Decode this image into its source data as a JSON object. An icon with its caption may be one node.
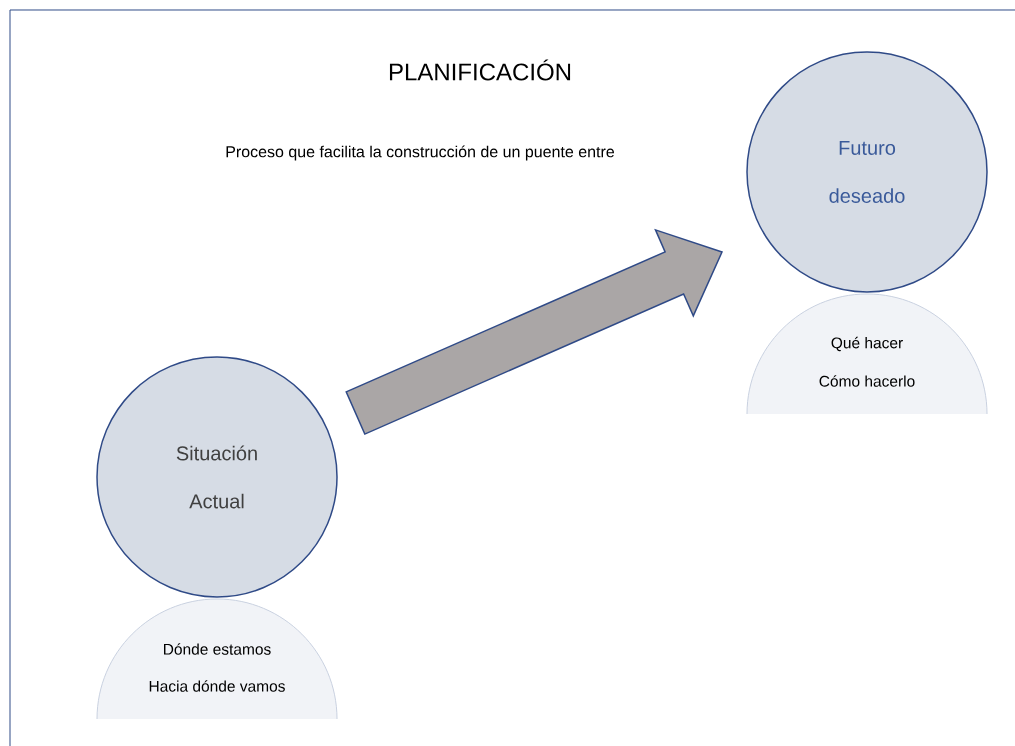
{
  "diagram": {
    "title": "PLANIFICACIÓN",
    "nodes": [
      {
        "text": [
          "Situación Actual"
        ],
        "beside": [
          "Dónde estamos",
          "Hacia dónde vamos"
        ]
      },
      {
        "text": [
          "Futuro deseado"
        ],
        "beside": [
          "Qué hacer",
          "Cómo hacerlo"
        ]
      }
    ],
    "edges": [
      {
        "from": 0,
        "to": 1,
        "arrow": "to"
      }
    ],
    "labels": [
      "Proceso que facilita la construcción de un puente entre"
    ]
  }
}
